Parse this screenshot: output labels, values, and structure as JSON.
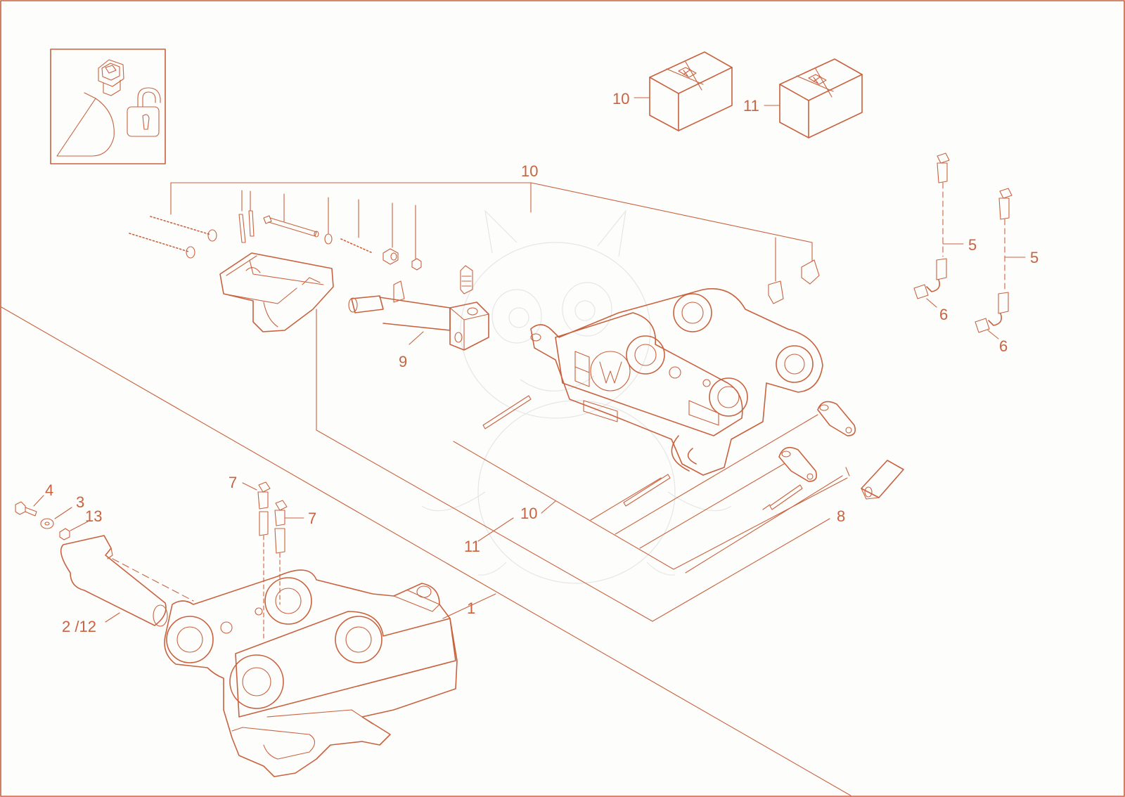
{
  "colors": {
    "line": "#c8623f",
    "label": "#c8623f",
    "frame": "#c8623f",
    "watermark": "#e6e6e6",
    "background": "#fdfdfb"
  },
  "icons": {
    "inset": [
      "rocker-switch-icon",
      "bucket-icon",
      "open-padlock-icon"
    ]
  },
  "callouts": {
    "c1": "1",
    "c2_12": "2 /12",
    "c3": "3",
    "c4": "4",
    "c5a": "5",
    "c5b": "5",
    "c6a": "6",
    "c6b": "6",
    "c7a": "7",
    "c7b": "7",
    "c8": "8",
    "c9": "9",
    "c10_box": "10",
    "c10_top": "10",
    "c10_mid": "10",
    "c11_box": "11",
    "c11_mid": "11",
    "c13": "13"
  }
}
